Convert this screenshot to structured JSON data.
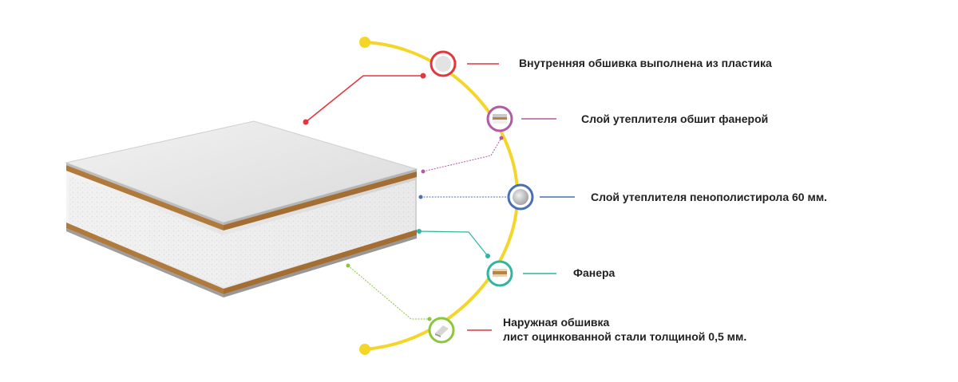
{
  "colors": {
    "arc": "#f4d62a",
    "red": "#e0383e",
    "purple": "#b25aa8",
    "blue": "#4a6fb5",
    "teal": "#2fb5a0",
    "green": "#8cc63f"
  },
  "layers": [
    {
      "label": "Внутренняя обшивка выполнена из пластика",
      "color_key": "red",
      "swatch": "plastic"
    },
    {
      "label": "Слой утеплителя обшит фанерой",
      "color_key": "purple",
      "swatch": "plywood-stack"
    },
    {
      "label": "Слой утеплителя пенополистирола 60 мм.",
      "color_key": "blue",
      "swatch": "foam"
    },
    {
      "label": "Фанера",
      "color_key": "teal",
      "swatch": "plywood"
    },
    {
      "label_lines": [
        "Наружная обшивка",
        "лист оцинкованной стали толщиной 0,5 мм."
      ],
      "color_key": "green",
      "swatch": "steel"
    }
  ]
}
